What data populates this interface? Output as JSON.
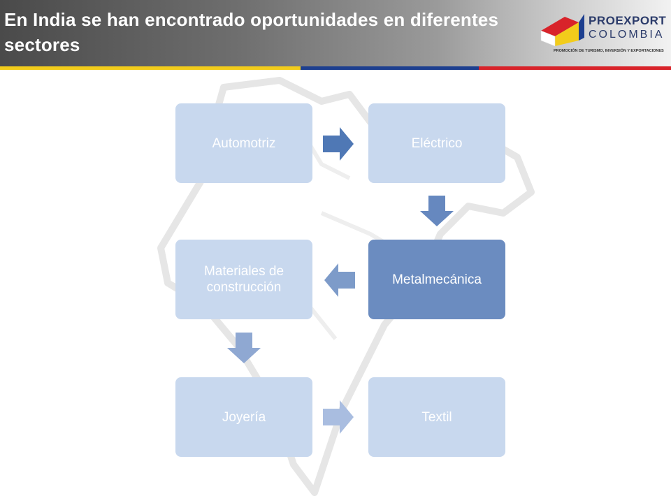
{
  "header": {
    "title": "En India se han encontrado oportunidades en diferentes sectores"
  },
  "logo": {
    "brand_line1": "PROEXPORT",
    "brand_line2": "COLOMBIA",
    "tagline": "PROMOCIÓN DE TURISMO, INVERSIÓN Y EXPORTACIONES"
  },
  "flow": {
    "steps": [
      {
        "label": "Automotriz"
      },
      {
        "label": "Eléctrico"
      },
      {
        "label": "Metalmecánica"
      },
      {
        "label": "Materiales de construcción"
      },
      {
        "label": "Joyería"
      },
      {
        "label": "Textil"
      }
    ],
    "highlighted_step": "Metalmecánica"
  },
  "colors": {
    "box_light": "#c8d8ee",
    "box_highlight": "#6b8cc0",
    "stripe_yellow": "#f2cc1b",
    "stripe_blue": "#1d3f8f",
    "stripe_red": "#d8232a",
    "arrow_1": "#4f78b5",
    "arrow_2": "#6688bf",
    "arrow_3": "#7d9bc9",
    "arrow_4": "#8fa8d2",
    "arrow_5": "#a9bde0"
  }
}
